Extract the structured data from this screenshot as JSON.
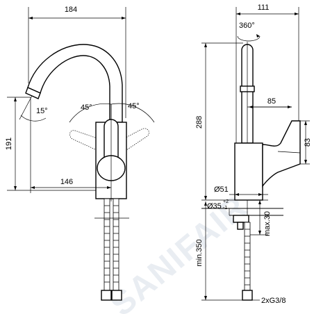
{
  "watermark": "SANIFAIR",
  "front_view": {
    "width_dim": "184",
    "height_dim": "191",
    "reach_dim": "146",
    "spout_angle": "15°",
    "lever_left_angle": "45°",
    "lever_right_angle": "45°"
  },
  "side_view": {
    "width_dim": "111",
    "rotation": "360°",
    "height_dim": "288",
    "lever_reach_dim": "85",
    "lever_height_dim": "83",
    "body_diameter": "Ø51",
    "hole_diameter": "Ø35",
    "hole_tol_plus": "+2",
    "hole_tol_minus": "-1",
    "max_thickness": "max.30",
    "min_hose": "min.350",
    "connection": "2xG3/8"
  }
}
